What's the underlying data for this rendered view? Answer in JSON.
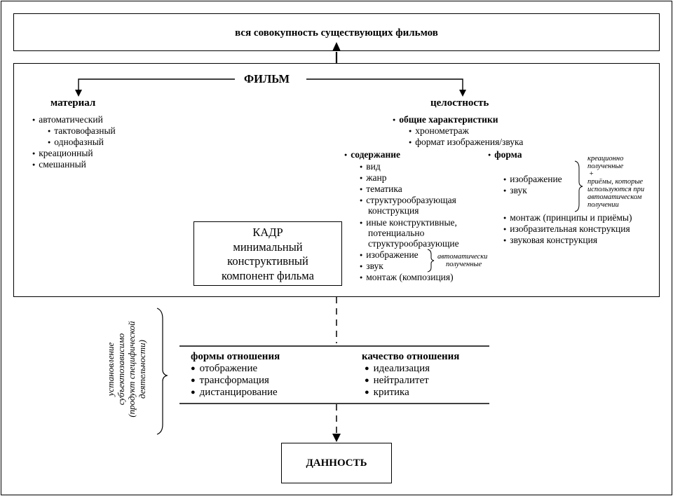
{
  "top": {
    "title": "вся совокупность существующих фильмов"
  },
  "film": {
    "title": "ФИЛЬМ"
  },
  "material": {
    "heading": "материал",
    "items": [
      "автоматический",
      "тактовофазный",
      "однофазный",
      "креационный",
      "смешанный"
    ]
  },
  "integrity": {
    "heading": "целостность",
    "general": {
      "label": "общие характеристики",
      "items": [
        "хронометраж",
        "формат изображения/звука"
      ]
    },
    "content": {
      "label": "содержание",
      "items": [
        "вид",
        "жанр",
        "тематика",
        "структурообразующая",
        "конструкция",
        "иные конструктивные,",
        "потенциально",
        "структурообразующие",
        "изображение",
        "звук",
        "монтаж (композиция)"
      ],
      "note": [
        "автоматически",
        "полученные"
      ]
    },
    "form": {
      "label": "форма",
      "items": [
        "изображение",
        "звук",
        "монтаж (принципы и приёмы)",
        "изобразительная конструкция",
        "звуковая конструкция"
      ],
      "note": [
        "креационно",
        "полученные",
        "+",
        "приёмы, которые",
        "используются при",
        "автоматическом",
        "получении"
      ]
    }
  },
  "kadr": {
    "lines": [
      "КАДР",
      "минимальный",
      "конструктивный",
      "компонент фильма"
    ]
  },
  "side_label": {
    "lines": [
      "установление",
      "субъектозависимо",
      "(продукт специфической",
      "деятельности)"
    ]
  },
  "relations": {
    "forms": {
      "heading": "формы отношения",
      "items": [
        "отображение",
        "трансформация",
        "дистанцирование"
      ]
    },
    "quality": {
      "heading": "качество отношения",
      "items": [
        "идеализация",
        "нейтралитет",
        "критика"
      ]
    }
  },
  "bottom": {
    "title": "ДАННОСТЬ"
  }
}
